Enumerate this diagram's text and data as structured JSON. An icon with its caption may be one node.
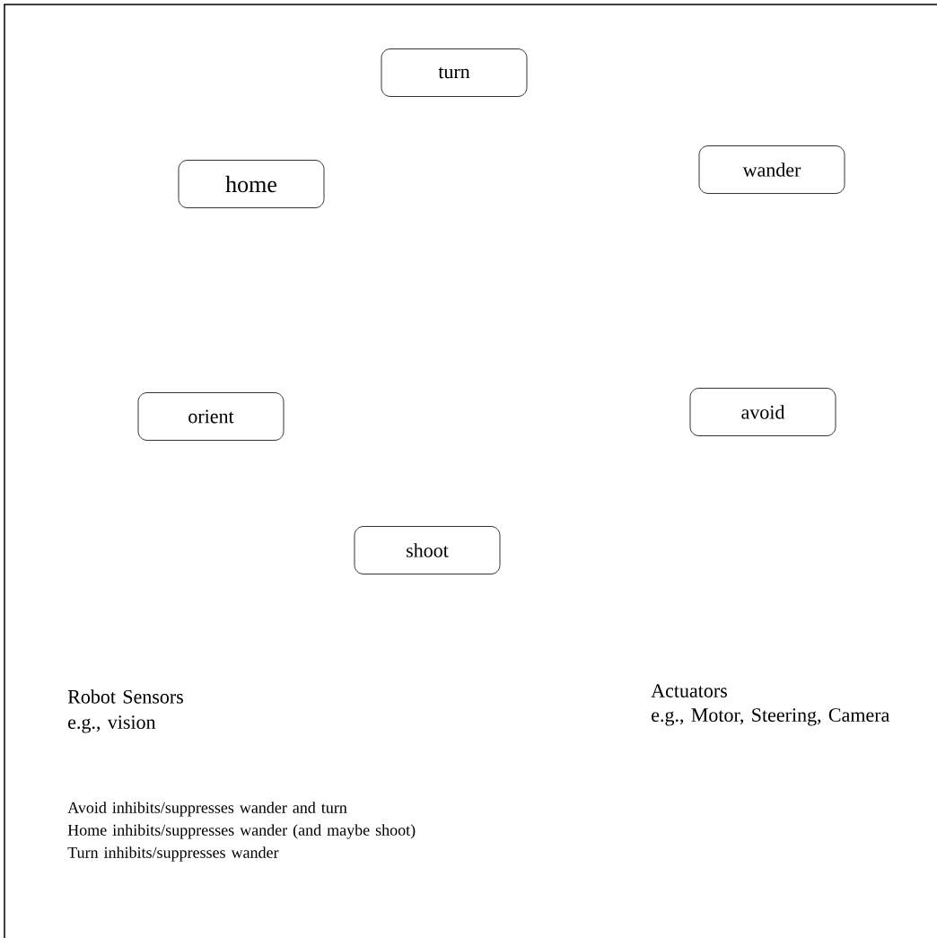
{
  "diagram": {
    "nodes": [
      {
        "text": [
          "turn"
        ]
      },
      {
        "text": [
          "home"
        ]
      },
      {
        "text": [
          "wander"
        ]
      },
      {
        "text": [
          "orient"
        ]
      },
      {
        "text": [
          "avoid"
        ]
      },
      {
        "text": [
          "shoot"
        ]
      }
    ],
    "labels": [
      "Robot Sensors",
      "e.g., vision",
      "Actuators",
      "e.g., Motor, Steering, Camera",
      "Avoid inhibits/suppresses wander and turn",
      "Home inhibits/suppresses wander (and maybe shoot)",
      "Turn inhibits/suppresses wander"
    ]
  }
}
